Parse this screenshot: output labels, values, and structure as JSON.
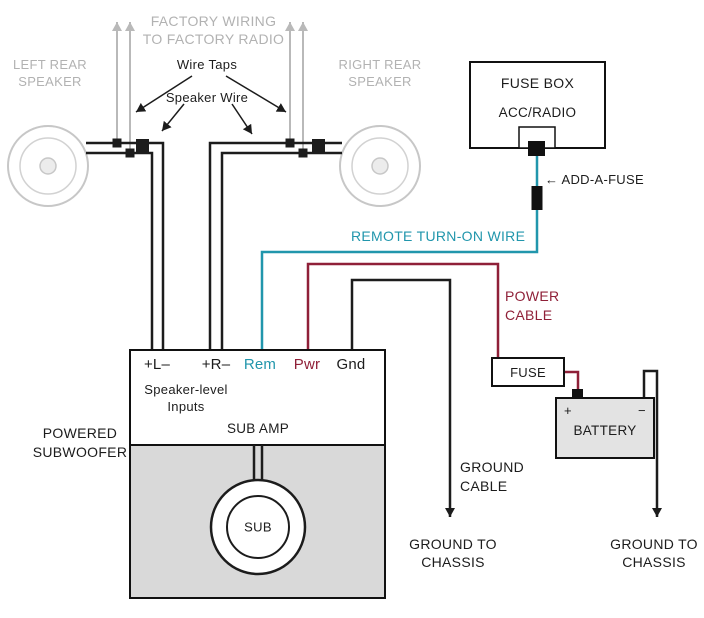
{
  "colors": {
    "remote_wire": "#2196ac",
    "power_cable": "#8f2038",
    "factory_gray": "#b2b2b2",
    "wire_black": "#1c1c1c",
    "enclosure_fill": "#d9d9d9",
    "battery_fill": "#e3e3e3"
  },
  "factory": {
    "wiring_label": "FACTORY WIRING\nTO FACTORY RADIO",
    "left_speaker": "LEFT REAR\nSPEAKER",
    "right_speaker": "RIGHT REAR\nSPEAKER",
    "wire_taps": "Wire Taps",
    "speaker_wire": "Speaker Wire"
  },
  "fuse_box": {
    "title": "FUSE BOX",
    "circuit": "ACC/RADIO",
    "add_a_fuse": "← ADD-A-FUSE"
  },
  "wires": {
    "remote": "REMOTE TURN-ON WIRE",
    "power": "POWER\nCABLE",
    "ground": "GROUND\nCABLE"
  },
  "power": {
    "fuse": "FUSE",
    "battery": "BATTERY",
    "plus": "+",
    "minus": "−"
  },
  "amp": {
    "terminals": [
      {
        "label": "+L–"
      },
      {
        "label": "+R–"
      },
      {
        "label": "Rem"
      },
      {
        "label": "Pwr"
      },
      {
        "label": "Gnd"
      }
    ],
    "inputs": "Speaker-level\nInputs",
    "name": "SUB AMP",
    "enclosure": "POWERED\nSUBWOOFER",
    "sub": "SUB"
  },
  "ground": {
    "chassis_left": "GROUND TO\nCHASSIS",
    "chassis_right": "GROUND TO\nCHASSIS"
  }
}
